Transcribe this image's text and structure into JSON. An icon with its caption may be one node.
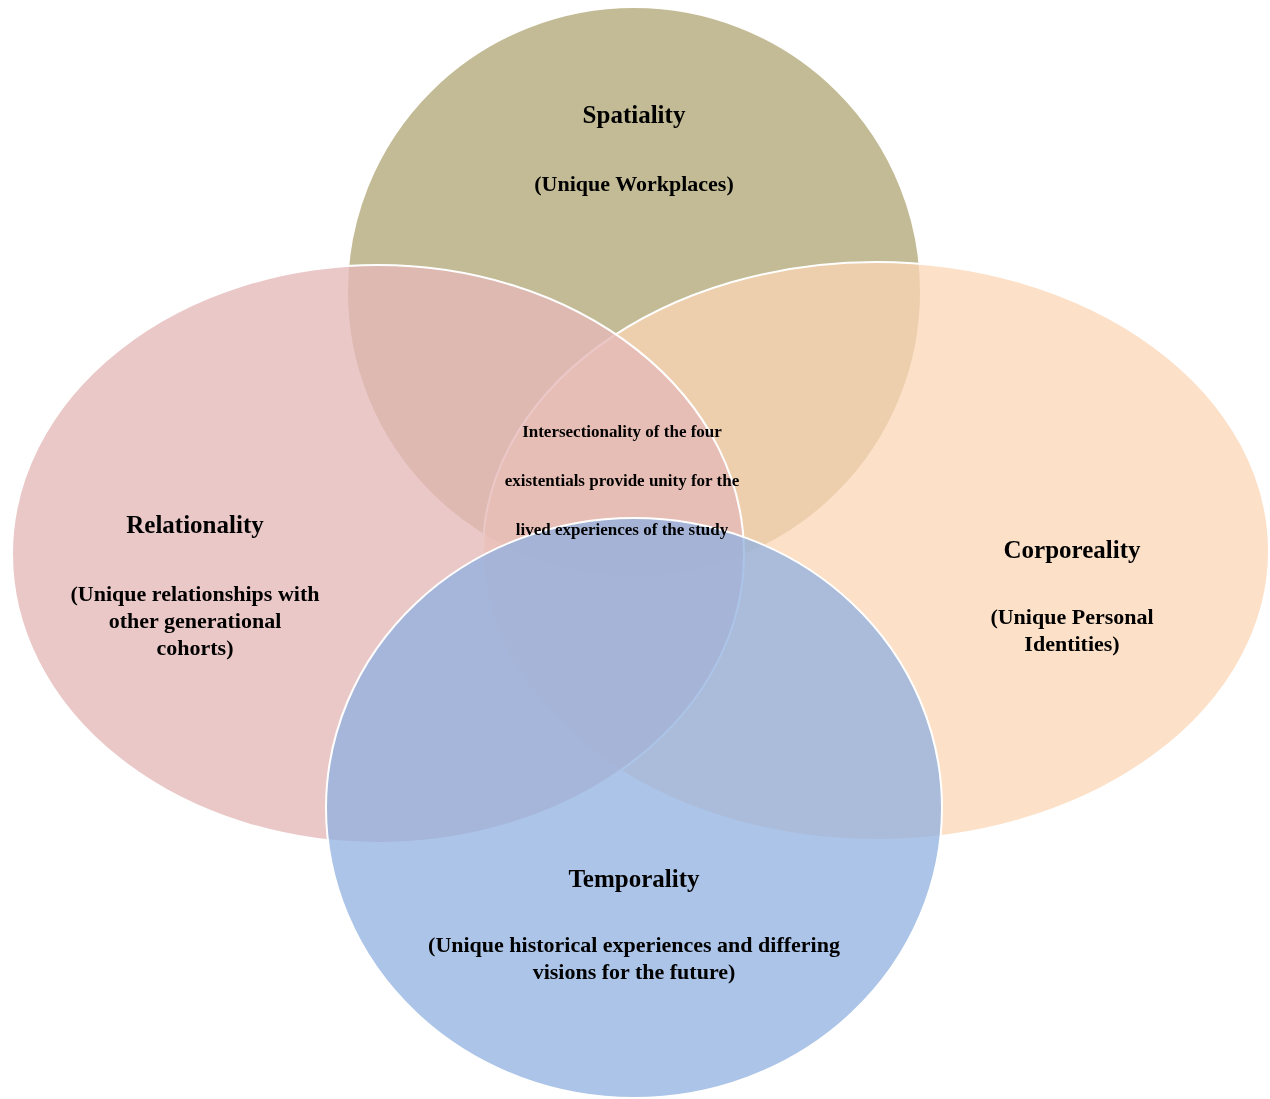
{
  "diagram": {
    "nodes": [
      {
        "text": [
          "Spatiality",
          "(Unique Workplaces)"
        ]
      },
      {
        "text": [
          "Relationality",
          "(Unique relationships with other generational cohorts)"
        ]
      },
      {
        "text": [
          "Corporeality",
          "(Unique Personal Identities)"
        ]
      },
      {
        "text": [
          "Temporality",
          "(Unique historical experiences and differing visions for the future)"
        ]
      }
    ],
    "labels": [
      "Intersectionality of the four existentials provide unity for the lived experiences of the study"
    ]
  }
}
